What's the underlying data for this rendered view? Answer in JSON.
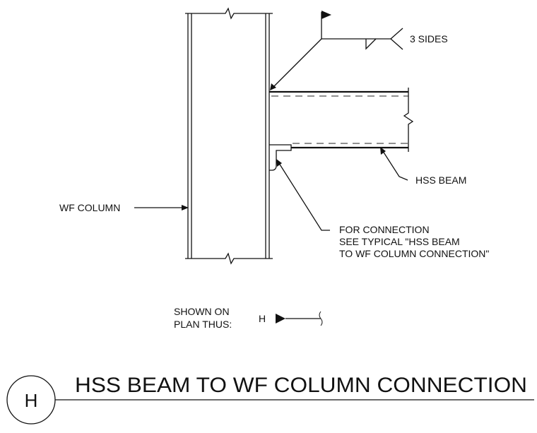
{
  "labels": {
    "weld_callout": "3 SIDES",
    "beam": "HSS BEAM",
    "column": "WF COLUMN",
    "note_line1": "FOR CONNECTION",
    "note_line2": "SEE TYPICAL \"HSS BEAM",
    "note_line3": "TO WF COLUMN CONNECTION\"",
    "shown_on_line1": "SHOWN ON",
    "shown_on_line2": "PLAN THUS:",
    "plan_symbol_letter": "H"
  },
  "title_block": {
    "detail_mark": "H",
    "title": "HSS BEAM TO WF COLUMN CONNECTION"
  },
  "colors": {
    "line": "#111111",
    "background": "#ffffff"
  }
}
